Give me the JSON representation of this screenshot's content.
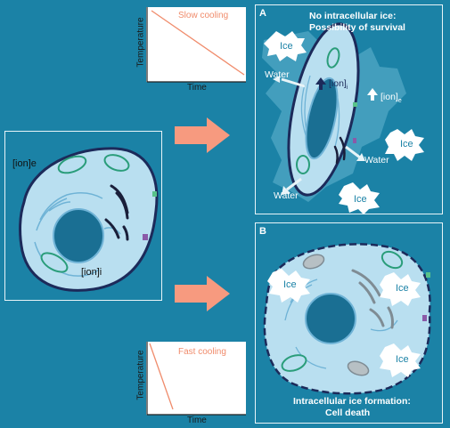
{
  "slow_graph": {
    "ylabel": "Temperature",
    "xlabel": "Time",
    "title": "Slow cooling"
  },
  "fast_graph": {
    "ylabel": "Temperature",
    "xlabel": "Time",
    "title": "Fast cooling"
  },
  "left_cell": {
    "ion_e": "[ion]e",
    "ion_i": "[ion]i"
  },
  "panel_a": {
    "letter": "A",
    "title_line1": "No intracellular ice:",
    "title_line2": "Possibility of survival",
    "ice": "Ice",
    "water": "Water",
    "ion_i_label": "[ion]",
    "ion_i_sub": "i",
    "ion_e_label": "[ion]",
    "ion_e_sub": "e"
  },
  "panel_b": {
    "letter": "B",
    "ice": "Ice",
    "caption_line1": "Intracellular ice formation:",
    "caption_line2": "Cell death"
  },
  "colors": {
    "background": "#1b82a6",
    "arrow": "#f79a7f",
    "cell_fill": "#b9dff0",
    "membrane": "#1c2a5a",
    "mitochondria": "#2a9d7a",
    "nucleus": "#1a6f93",
    "ice_frost": "#4aa3c1"
  }
}
